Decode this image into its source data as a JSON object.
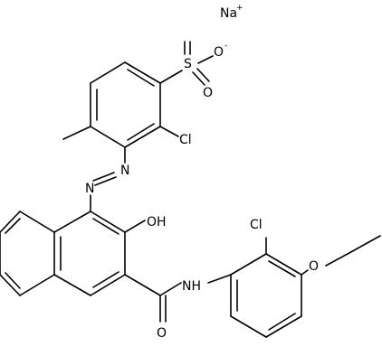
{
  "molecule": {
    "counter_ion": {
      "symbol": "Na",
      "charge": "+"
    },
    "atom_labels": {
      "sulfur": "S",
      "sulfonate_oxygen_top": "O",
      "sulfonate_oxygen_top_charge": "-",
      "sulfonate_oxygen_bottom": "O",
      "chloro_upper": "Cl",
      "azo_n1": "N",
      "azo_n2": "N",
      "hydroxy": "OH",
      "amide_nh": "NH",
      "carbonyl_oxygen": "O",
      "chloro_lower": "Cl",
      "ether_oxygen": "O"
    }
  }
}
